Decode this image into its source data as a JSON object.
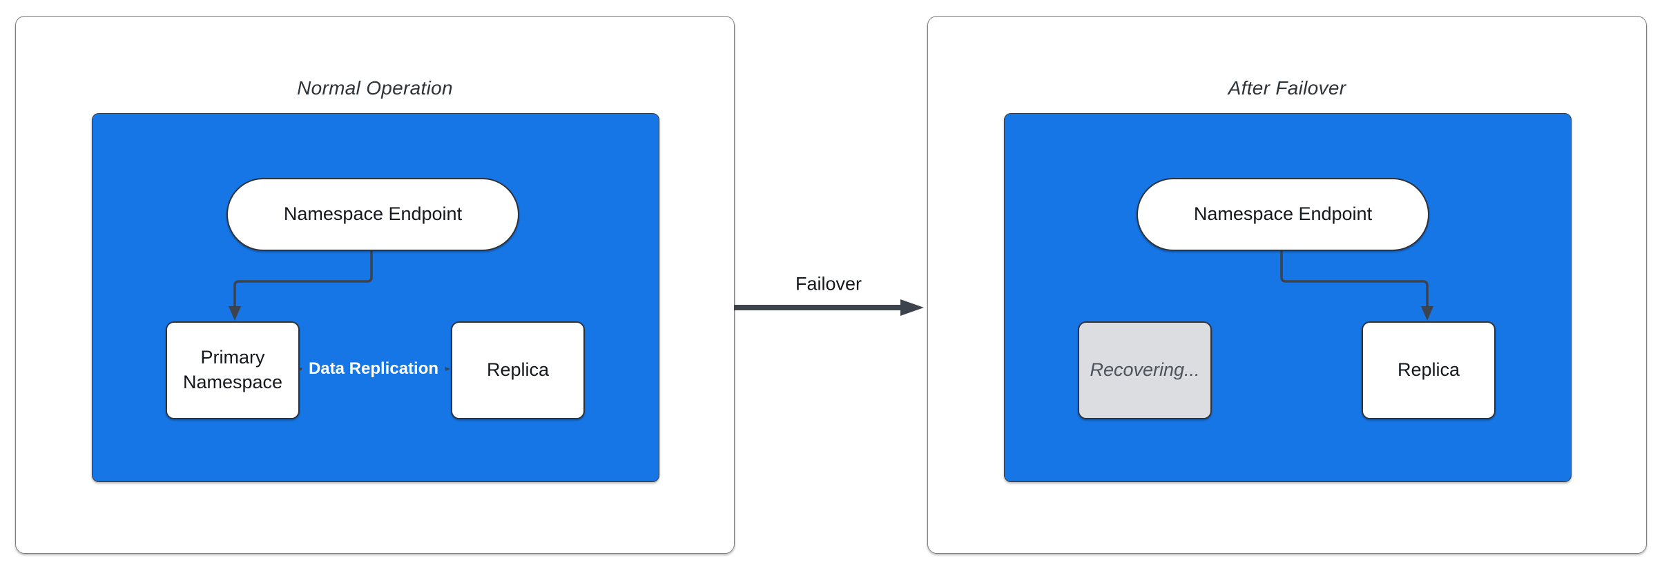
{
  "diagram": {
    "type": "flowchart-comparison",
    "panels": [
      {
        "title": "Normal Operation",
        "nodes": {
          "endpoint": "Namespace Endpoint",
          "primary": "Primary Namespace",
          "replica": "Replica"
        },
        "edges": [
          {
            "from": "endpoint",
            "to": "primary",
            "label": ""
          },
          {
            "from": "primary",
            "to": "replica",
            "label": "Data Replication"
          }
        ],
        "edge_label": "Data Replication"
      },
      {
        "title": "After Failover",
        "nodes": {
          "endpoint": "Namespace Endpoint",
          "recovering": "Recovering...",
          "replica": "Replica"
        },
        "edges": [
          {
            "from": "endpoint",
            "to": "replica",
            "label": ""
          }
        ]
      }
    ],
    "transition": {
      "label": "Failover"
    },
    "colors": {
      "cluster_fill": "#1676e6",
      "cluster_border": "#343b45",
      "node_fill": "#ffffff",
      "node_border": "#2e333b",
      "node_text": "#15181c",
      "disabled_node_fill": "#dbdde0",
      "disabled_node_text": "#4d535b",
      "arrow": "#3d434d",
      "panel_border": "#7e7e7e",
      "panel_fill": "#ffffff",
      "title_text": "#2e3338",
      "edge_label_text": "#ffffff"
    }
  }
}
